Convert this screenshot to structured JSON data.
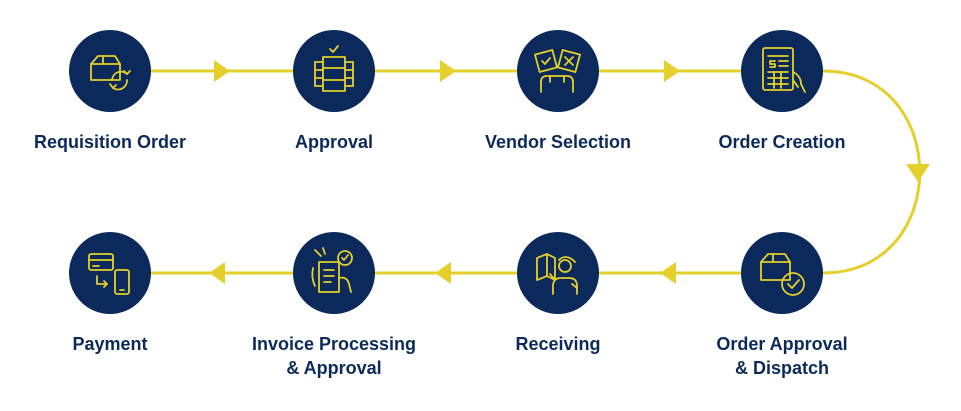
{
  "colors": {
    "circle": "#0b2a5b",
    "accent": "#e5cf2a",
    "label": "#0b2a5b",
    "background": "#ffffff"
  },
  "steps": [
    {
      "id": "requisition-order",
      "label_lines": [
        "Requisition Order"
      ],
      "icon": "box-refresh-icon"
    },
    {
      "id": "approval",
      "label_lines": [
        "Approval"
      ],
      "icon": "document-check-icon"
    },
    {
      "id": "vendor-selection",
      "label_lines": [
        "Vendor Selection"
      ],
      "icon": "vendor-cards-icon"
    },
    {
      "id": "order-creation",
      "label_lines": [
        "Order Creation"
      ],
      "icon": "calculator-hand-icon"
    },
    {
      "id": "order-approval-dispatch",
      "label_lines": [
        "Order Approval",
        "& Dispatch"
      ],
      "icon": "box-check-icon"
    },
    {
      "id": "receiving",
      "label_lines": [
        "Receiving"
      ],
      "icon": "person-package-icon"
    },
    {
      "id": "invoice-processing-approval",
      "label_lines": [
        "Invoice Processing",
        "& Approval"
      ],
      "icon": "invoice-check-icon"
    },
    {
      "id": "payment",
      "label_lines": [
        "Payment"
      ],
      "icon": "card-phone-icon"
    }
  ]
}
